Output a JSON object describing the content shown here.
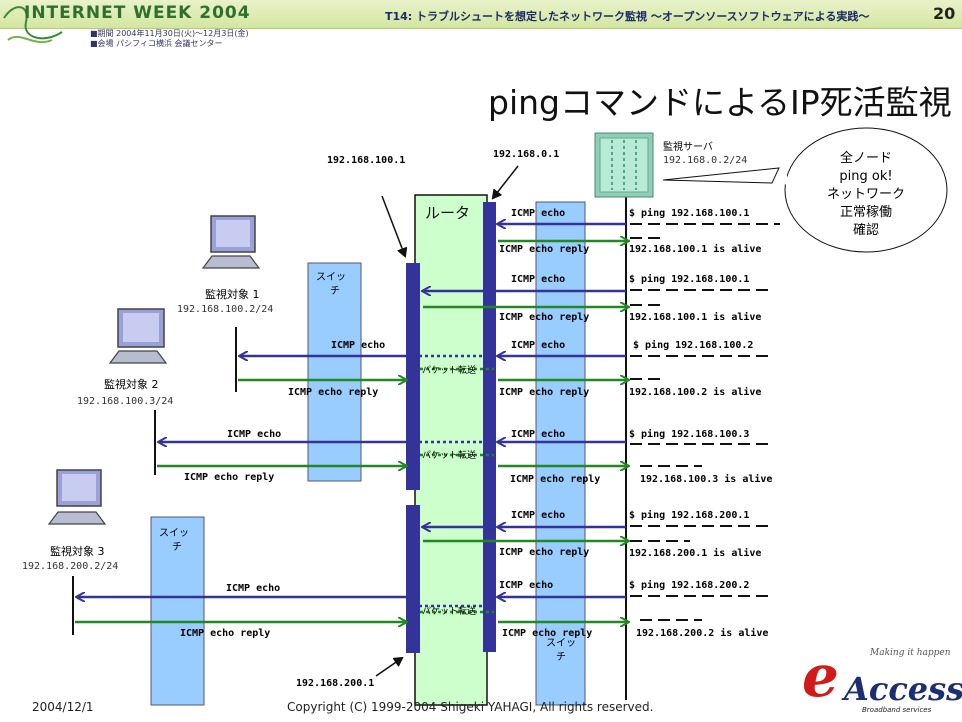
{
  "header": {
    "logo": "INTERNET WEEK 2004",
    "event_date": "■期間 2004年11月30日(火)～12月3日(金)",
    "event_venue": "■会場 パシフィコ横浜 会議センター",
    "session_title": "T14: トラブルシュートを想定したネットワーク監視 ～オープンソースソフトウェアによる実践～",
    "page_number": "20"
  },
  "slide": {
    "title": "pingコマンドによるIP死活監視"
  },
  "server": {
    "label": "監視サーバ",
    "ip": "192.168.0.2/24"
  },
  "callout": {
    "line1": "全ノード",
    "line2": "ping ok!",
    "line3": "ネットワーク",
    "line4": "正常稼働",
    "line5": "確認"
  },
  "router": {
    "label": "ルータ",
    "ip_left": "192.168.100.1",
    "ip_right": "192.168.0.1",
    "ip_bottom": "192.168.200.1"
  },
  "switch_label": "スイッ\nチ",
  "switches": [
    {
      "line1": "スイッ",
      "line2": "チ"
    },
    {
      "line1": "スイッ",
      "line2": "チ"
    },
    {
      "line1": "スイッ",
      "line2": "チ"
    }
  ],
  "targets": [
    {
      "name": "監視対象 1",
      "ip": "192.168.100.2/24"
    },
    {
      "name": "監視対象 2",
      "ip": "192.168.100.3/24"
    },
    {
      "name": "監視対象 3",
      "ip": "192.168.200.2/24"
    }
  ],
  "messages": {
    "icmp_echo": "ICMP echo",
    "icmp_echo_reply": "ICMP echo reply",
    "packet_forward": "パケット転送"
  },
  "commands": [
    {
      "cmd": "$ ping 192.168.100.1",
      "result": "192.168.100.1 is alive"
    },
    {
      "cmd": "$ ping 192.168.100.1",
      "result": "192.168.100.1 is alive"
    },
    {
      "cmd": "$ ping 192.168.100.2",
      "result": "192.168.100.2 is alive"
    },
    {
      "cmd": "$ ping 192.168.100.3",
      "result": "192.168.100.3 is alive"
    },
    {
      "cmd": "$ ping 192.168.200.1",
      "result": "192.168.200.1 is alive"
    },
    {
      "cmd": "$ ping 192.168.200.2",
      "result": "192.168.200.2 is alive"
    }
  ],
  "footer": {
    "date": "2004/12/1",
    "copyright": "Copyright (C) 1999-2004 Shigeki YAHAGI, All rights reserved."
  },
  "brand": {
    "name": "eAccess",
    "e": "e",
    "rest": "Access",
    "tagline": "Making it happen",
    "sub": "Broadband services"
  },
  "colors": {
    "router_fill": "#ccffcc",
    "switch_fill": "#99ccff",
    "bar": "#333399",
    "echo_arrow": "#333399",
    "reply_arrow": "#228822",
    "header_bg": "#dbeab0"
  }
}
